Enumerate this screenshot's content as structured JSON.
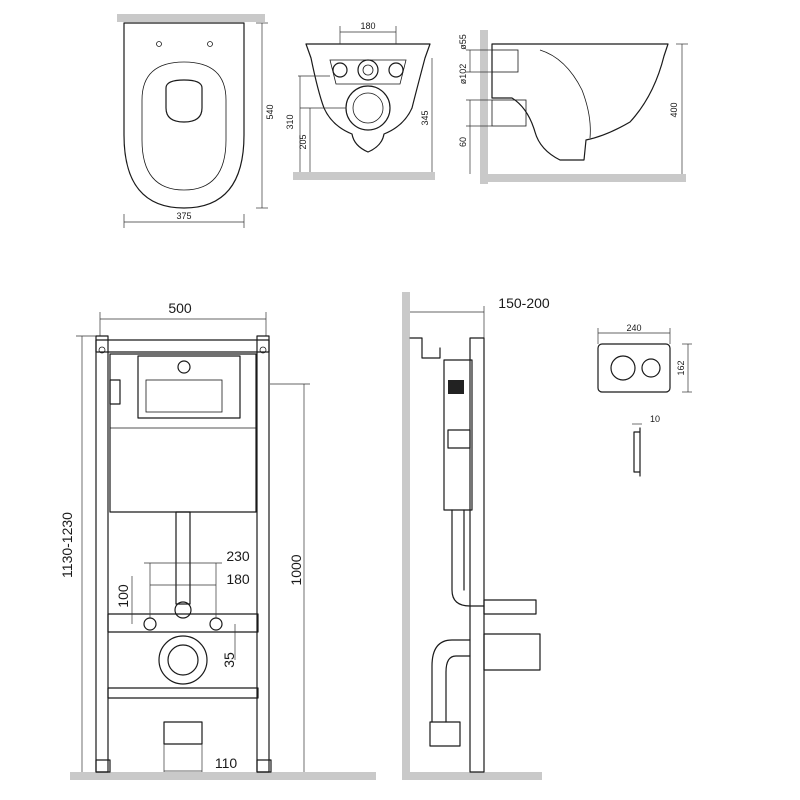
{
  "views": {
    "bowl_top": {
      "width": "375",
      "depth": "540"
    },
    "bowl_rear": {
      "span": "180",
      "bolt_height": "310",
      "outlet_height": "205",
      "total_height": "345"
    },
    "bowl_side": {
      "inlet_diameter": "ø55",
      "outlet_diameter": "ø102",
      "outlet_offset": "60",
      "height": "400"
    },
    "frame_front": {
      "width": "500",
      "height_range": "1130-1230",
      "bolt_top_height": "1000",
      "stud_spacing": "230",
      "bolt_spacing": "180",
      "inlet_offset": "100",
      "outlet_offset": "35",
      "foot_spacing": "110"
    },
    "frame_side": {
      "wall_gap": "150-200"
    },
    "flush_plate": {
      "width": "240",
      "height": "162",
      "thickness": "10"
    }
  }
}
